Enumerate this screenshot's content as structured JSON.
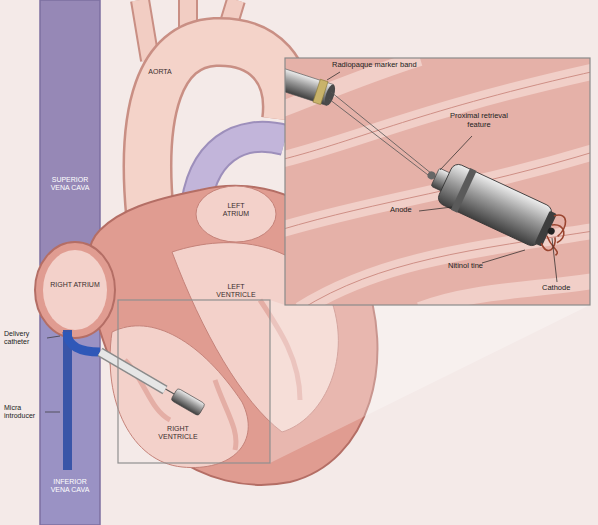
{
  "diagram": {
    "labels": [
      "Radiopaque marker band",
      "AORTA",
      "Proximal retrieval feature",
      "SUPERIOR VENA CAVA",
      "LEFT ATRIUM",
      "Anode",
      "RIGHT ATRIUM",
      "LEFT VENTRICLE",
      "Nitinol tine",
      "Cathode",
      "Delivery catheter",
      "RIGHT VENTRICLE",
      "Micra introducer",
      "INFERIOR VENA CAVA"
    ]
  }
}
